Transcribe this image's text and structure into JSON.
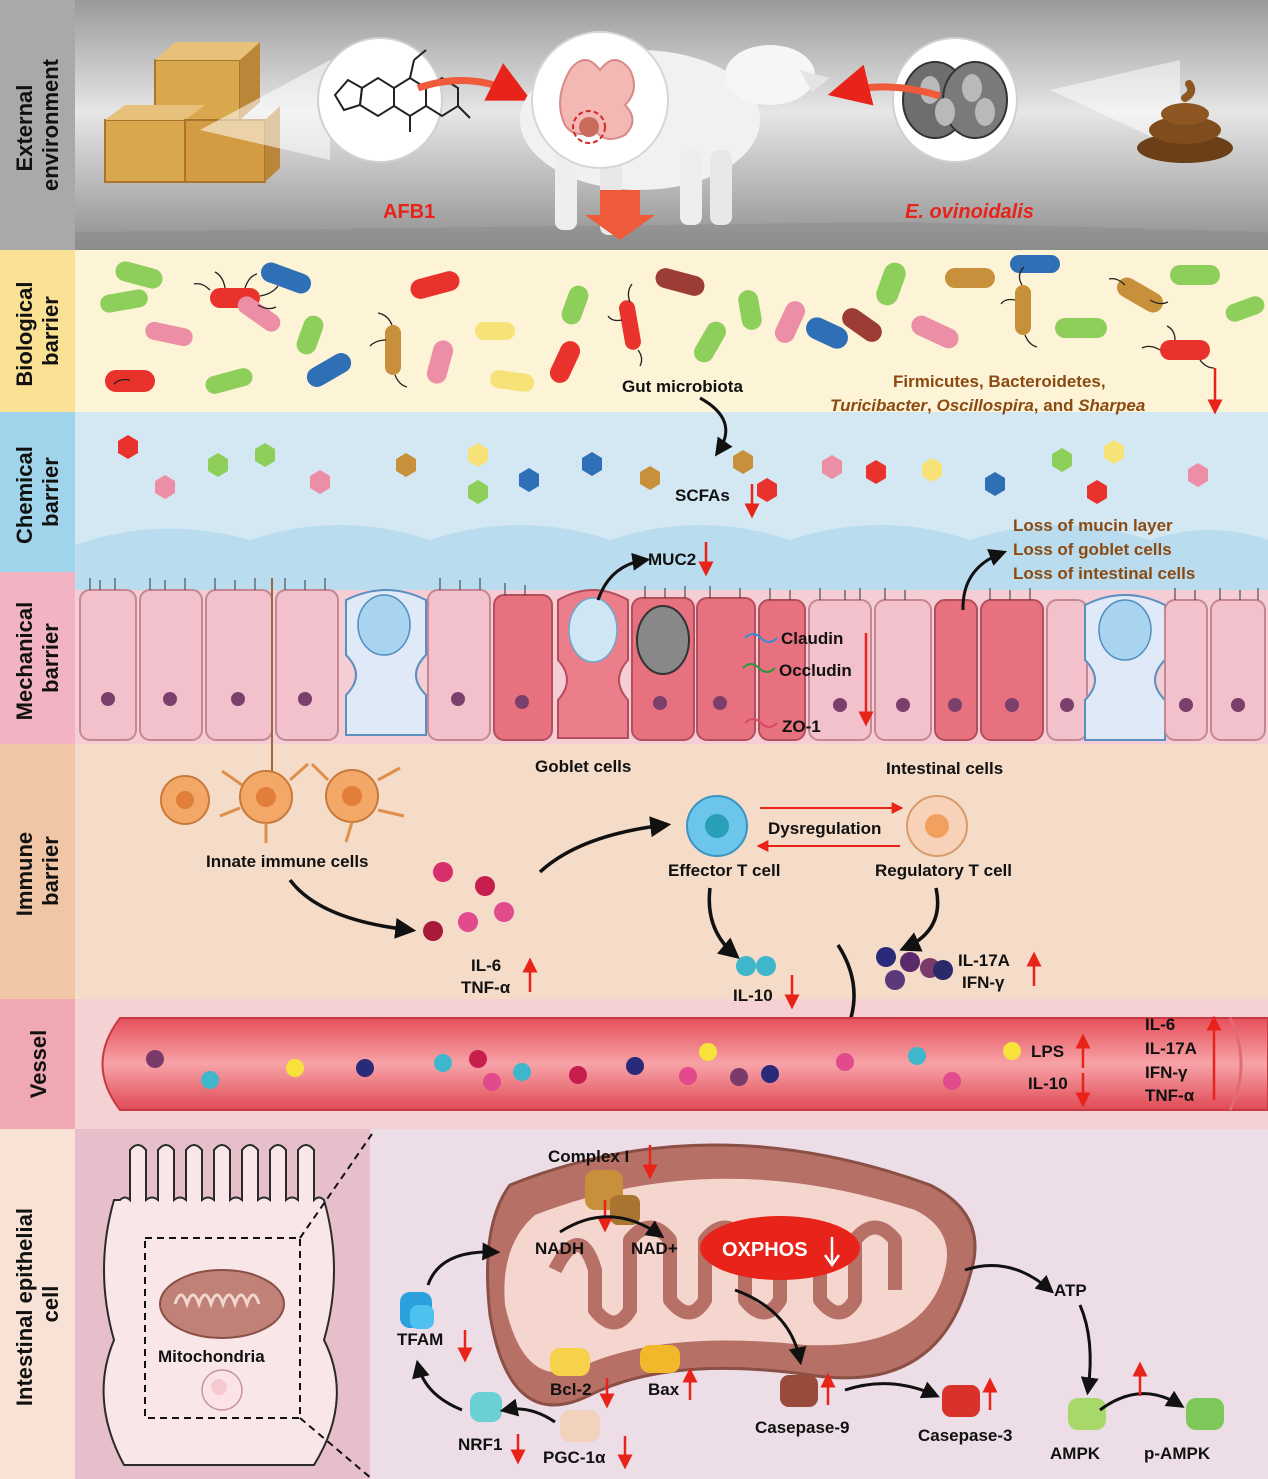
{
  "sections": {
    "external": "External environment",
    "external_line1": "External",
    "external_line2": "environment",
    "biological_line1": "Biological",
    "biological_line2": "barrier",
    "chemical_line1": "Chemical",
    "chemical_line2": "barrier",
    "mechanical_line1": "Mechanical",
    "mechanical_line2": "barrier",
    "immune_line1": "Immune",
    "immune_line2": "barrier",
    "vessel": "Vessel",
    "epithelial_line1": "Intestinal epithelial",
    "epithelial_line2": "cell"
  },
  "external": {
    "afb1": "AFB1",
    "eimeria": "E. ovinoidalis"
  },
  "biological": {
    "gut_microbiota": "Gut microbiota",
    "taxa_line1": "Firmicutes, Bacteroidetes,",
    "taxa_line2_a": "Turicibacter",
    "taxa_line2_b": ", ",
    "taxa_line2_c": "Oscillospira",
    "taxa_line2_d": ", and ",
    "taxa_line2_e": "Sharpea"
  },
  "chemical": {
    "scfas": "SCFAs"
  },
  "mechanical": {
    "muc2": "MUC2",
    "loss1": "Loss of  mucin layer",
    "loss2": "Loss of goblet cells",
    "loss3": "Loss of intestinal cells",
    "claudin": "Claudin",
    "occludin": "Occludin",
    "zo1": "ZO-1",
    "goblet_cells": "Goblet cells",
    "intestinal_cells": "Intestinal cells"
  },
  "immune": {
    "innate": "Innate immune cells",
    "effector": "Effector T cell",
    "regulatory": "Regulatory T cell",
    "dysregulation": "Dysregulation",
    "il6": "IL-6",
    "tnfa": "TNF-α",
    "il10": "IL-10",
    "il17a": "IL-17A",
    "ifng": "IFN-γ"
  },
  "vessel": {
    "lps": "LPS",
    "il10": "IL-10",
    "il6": "IL-6",
    "il17a": "IL-17A",
    "ifng": "IFN-γ",
    "tnfa": "TNF-α"
  },
  "epithelial": {
    "mitochondria": "Mitochondria",
    "complex1": "Complex I",
    "nadh": "NADH",
    "nadplus": "NAD+",
    "oxphos": "OXPHOS",
    "atp": "ATP",
    "tfam": "TFAM",
    "bcl2": "Bcl-2",
    "bax": "Bax",
    "casp9": "Casepase-9",
    "casp3": "Casepase-3",
    "nrf1": "NRF1",
    "pgc1a": "PGC-1α",
    "ampk": "AMPK",
    "pampk": "p-AMPK"
  },
  "colors": {
    "arrow_red": "#e8231a",
    "label_red": "#e8231a",
    "taxa_brown": "#8a4a12",
    "external_bg": "#bdbdbd",
    "bio_bg": "#fdf3d6",
    "chem_bg": "#d4e8f3",
    "mech_bg": "#f4cdd5",
    "immune_bg": "#f4dcc8",
    "vessel_bg": "#f6d1d4",
    "epi_bg": "#ecdde6"
  }
}
